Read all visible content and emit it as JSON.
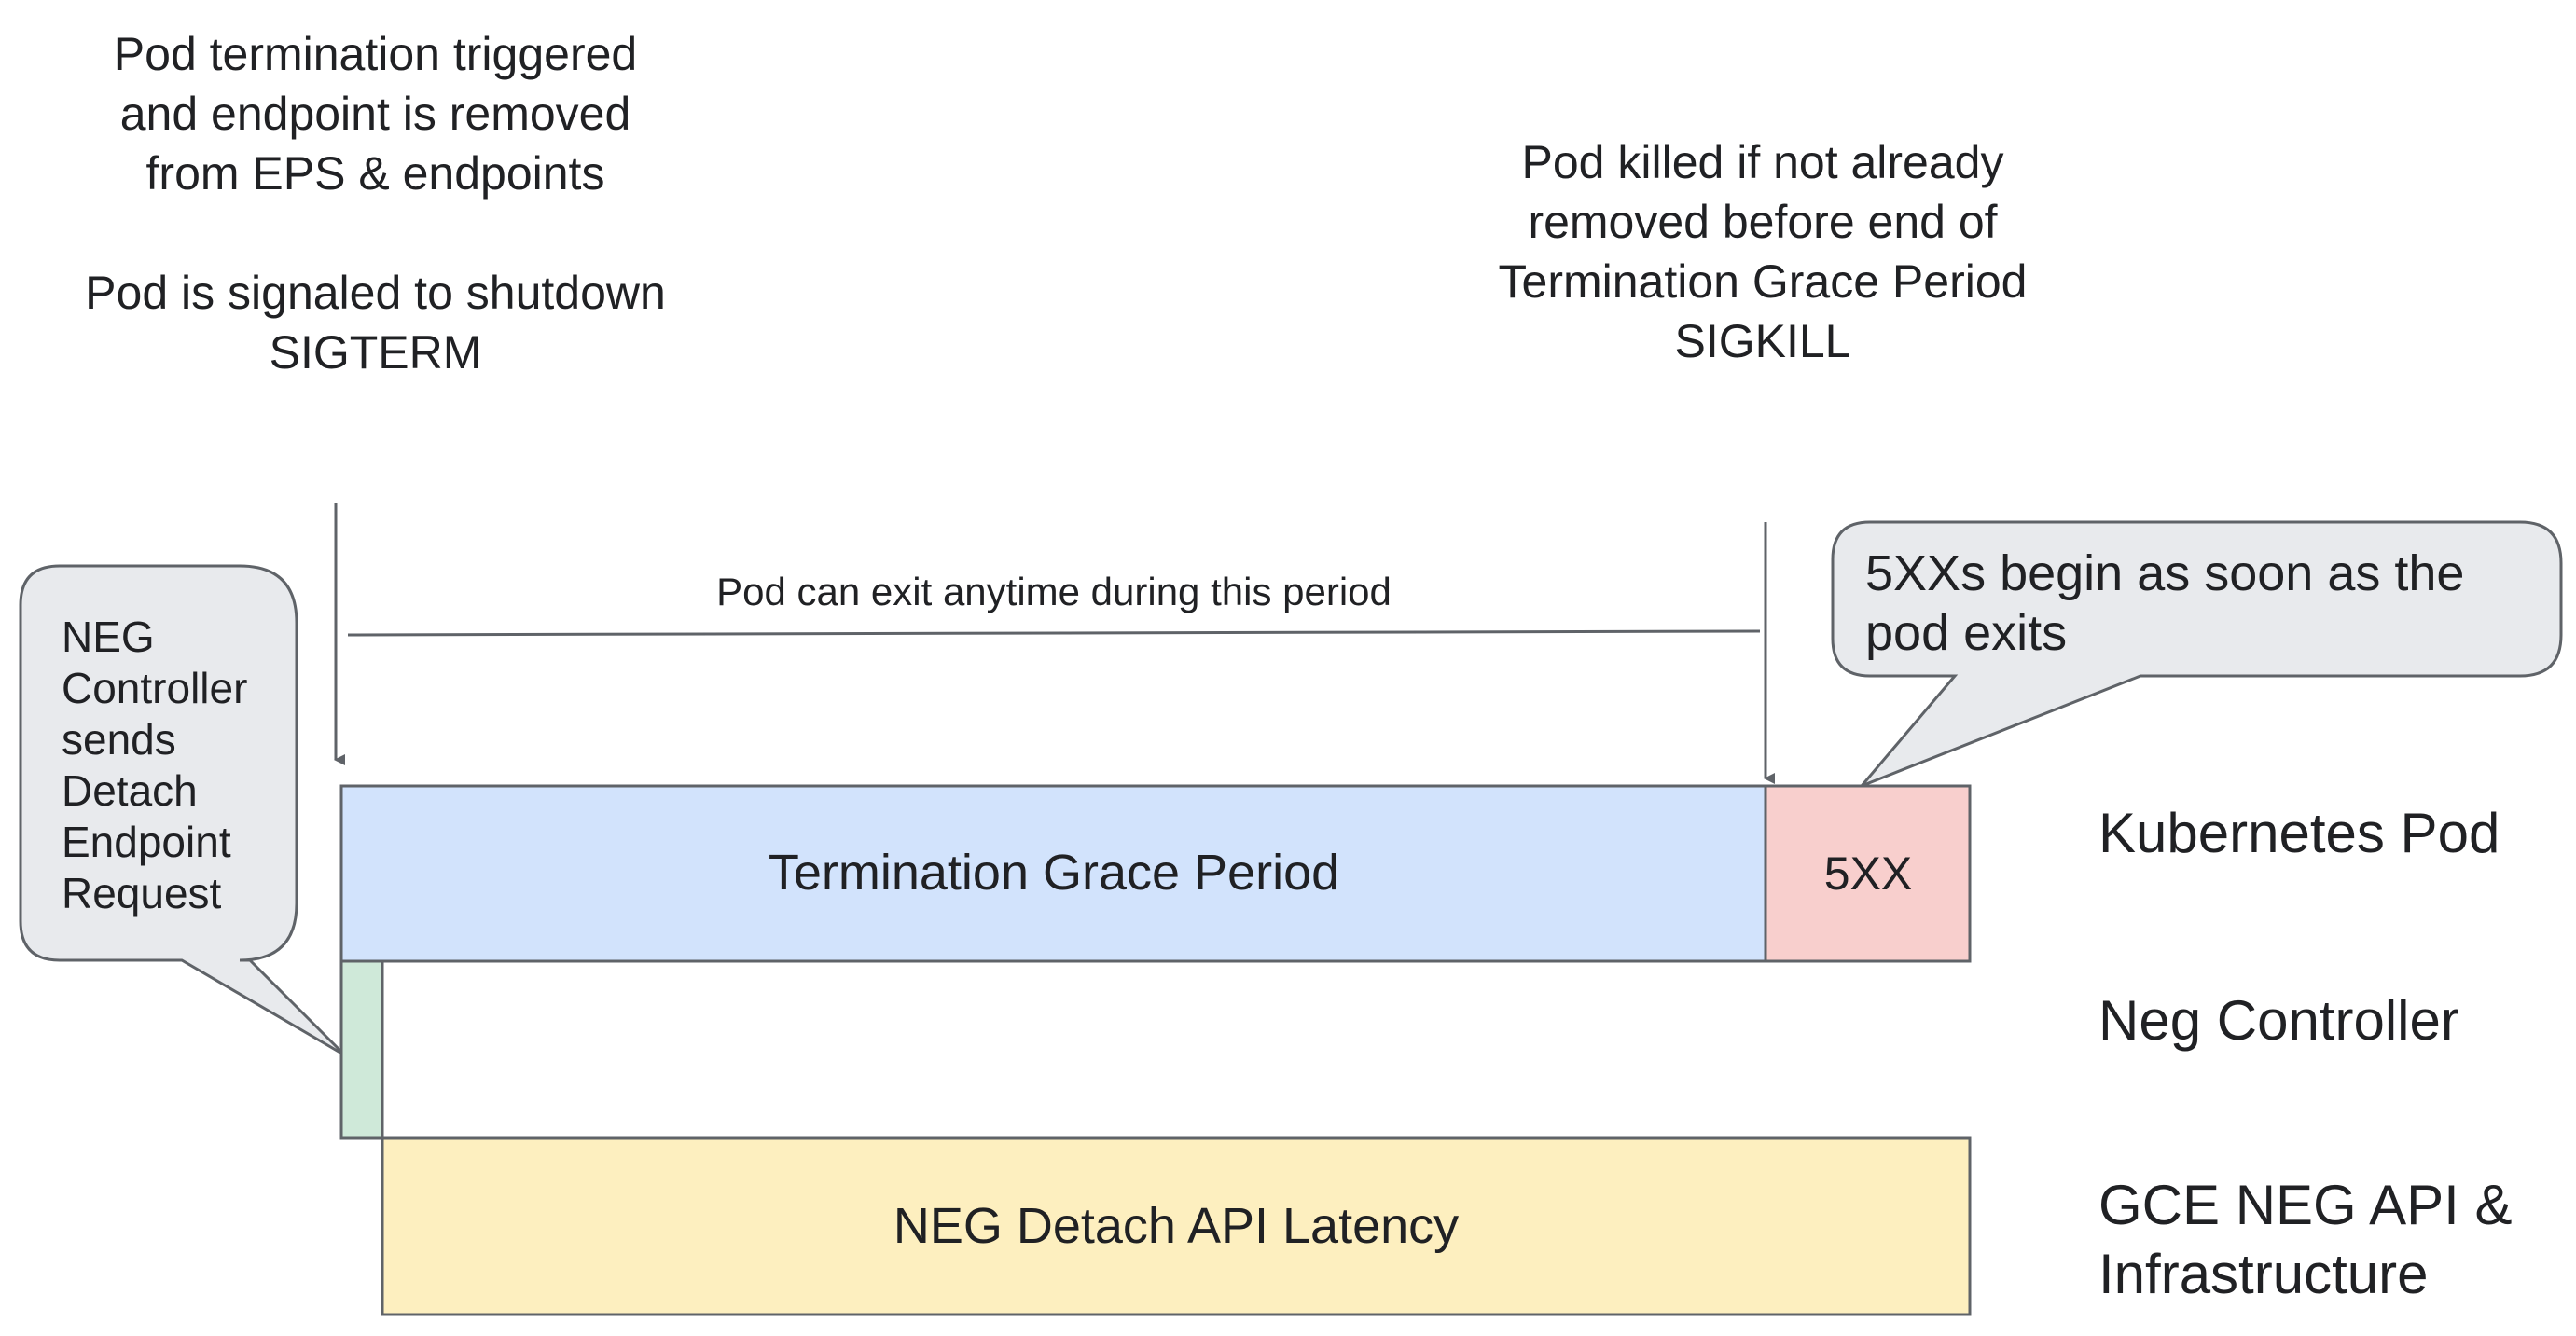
{
  "notes": {
    "termination_triggered": [
      "Pod termination triggered",
      "and endpoint is removed",
      "from EPS & endpoints"
    ],
    "sigterm": [
      "Pod is signaled to shutdown",
      "SIGTERM"
    ],
    "sigkill": [
      "Pod killed if not already",
      "removed before end of",
      "Termination Grace Period",
      "SIGKILL"
    ]
  },
  "period_label": "Pod can exit anytime during this period",
  "callouts": {
    "neg_controller": [
      "NEG",
      "Controller",
      "sends",
      "Detach",
      "Endpoint",
      "Request"
    ],
    "errors": [
      "5XXs begin as soon as the",
      "pod exits"
    ]
  },
  "bars": {
    "grace_period": "Termination Grace Period",
    "errors": "5XX",
    "detach_latency": "NEG Detach API Latency"
  },
  "lanes": {
    "pod": "Kubernetes Pod",
    "neg_controller": "Neg Controller",
    "gce": [
      "GCE NEG API &",
      "Infrastructure"
    ]
  },
  "colors": {
    "grace_period_fill": "#d2e3fc",
    "errors_fill": "#f8cfcd",
    "controller_fill": "#cfe9d9",
    "latency_fill": "#fdefbf",
    "callout_fill": "#e8eaed",
    "stroke": "#5f6368"
  }
}
